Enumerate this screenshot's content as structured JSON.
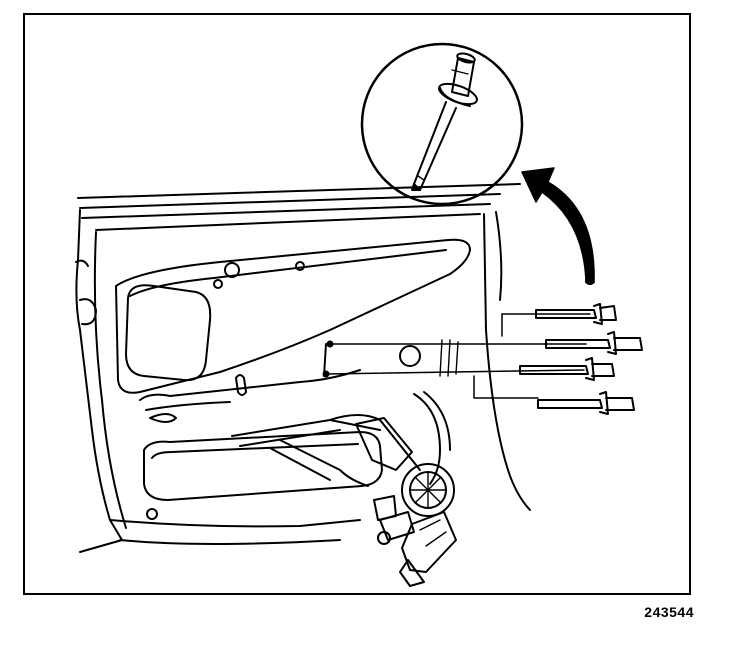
{
  "figure": {
    "number": "243544"
  },
  "parts": {
    "callout_detail": "push-pin-detail-icon",
    "rotation_arrow": "curved-arrow-icon",
    "door_panel": "door-inner-panel",
    "window_regulator": "window-regulator-motor",
    "fasteners": [
      "push-pin-1",
      "push-pin-2",
      "push-pin-3",
      "push-pin-4"
    ]
  },
  "colors": {
    "ink": "#000000",
    "paper": "#ffffff"
  }
}
